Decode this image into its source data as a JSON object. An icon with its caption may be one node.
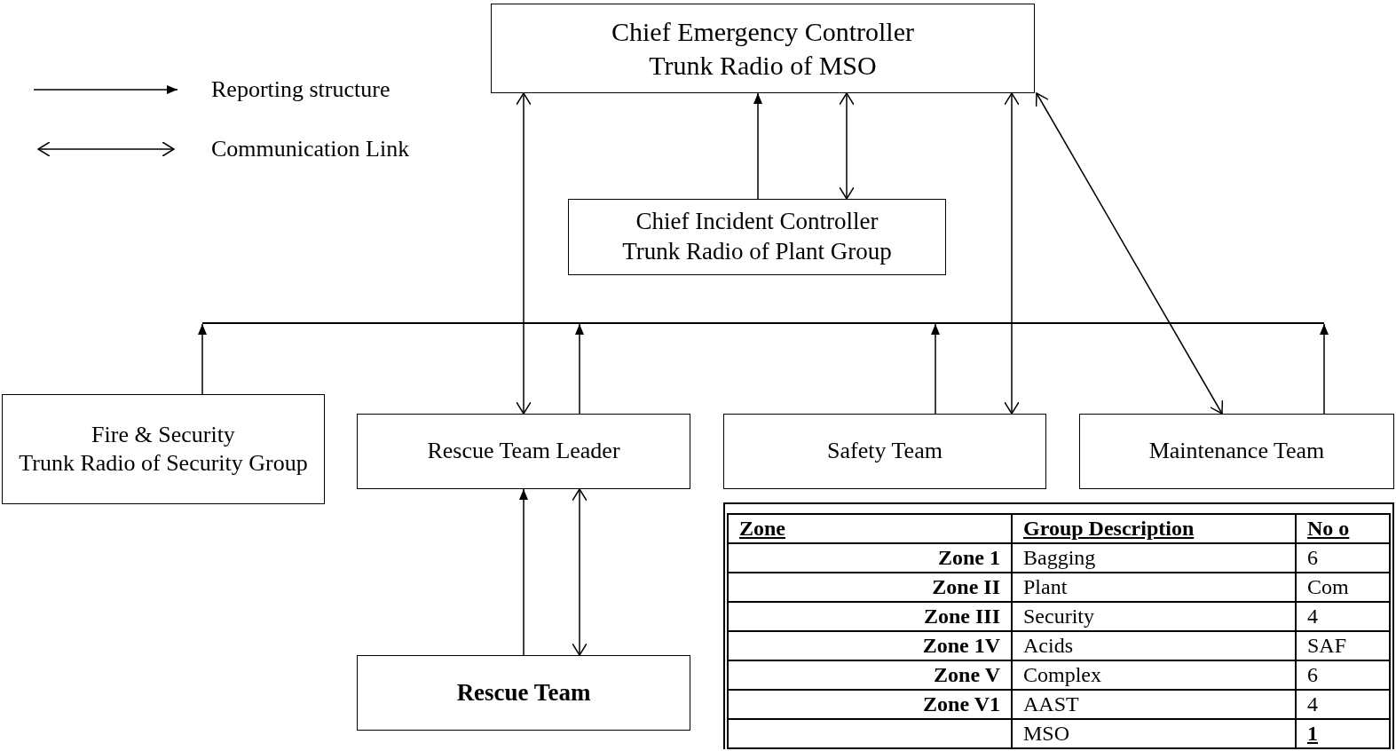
{
  "diagram": {
    "nodes": [
      {
        "text": [
          "Chief Emergency Controller",
          "Trunk Radio of MSO"
        ]
      },
      {
        "text": [
          "Chief Incident Controller",
          "Trunk Radio of Plant Group"
        ]
      },
      {
        "text": [
          "Fire & Security",
          "Trunk Radio of Security Group"
        ]
      },
      {
        "text": [
          "Rescue Team Leader"
        ]
      },
      {
        "text": [
          "Safety Team"
        ]
      },
      {
        "text": [
          "Maintenance Team"
        ]
      },
      {
        "text": [
          "Rescue Team"
        ]
      },
      {
        "text": [],
        "shape": "bar"
      }
    ],
    "edges": [
      {
        "from": 1,
        "to": 0,
        "arrow": "to"
      },
      {
        "from": 0,
        "to": 1,
        "arrow": "both"
      },
      {
        "from": 0,
        "to": 3,
        "arrow": "both"
      },
      {
        "from": 0,
        "to": 4,
        "arrow": "both"
      },
      {
        "from": 0,
        "to": 5,
        "arrow": "both"
      },
      {
        "from": 2,
        "to": 7,
        "arrow": "to"
      },
      {
        "from": 3,
        "to": 7,
        "arrow": "to"
      },
      {
        "from": 4,
        "to": 7,
        "arrow": "to"
      },
      {
        "from": 5,
        "to": 7,
        "arrow": "to"
      },
      {
        "from": 6,
        "to": 3,
        "arrow": "to"
      },
      {
        "from": 3,
        "to": 6,
        "arrow": "both"
      }
    ],
    "labels": [
      "Zone",
      "Group Description",
      "No o",
      "Zone 1",
      "Bagging",
      "6",
      "Zone II",
      "Plant",
      "Com",
      "Zone III",
      "Security",
      "4",
      "Zone 1V",
      "Acids",
      "SAF",
      "Zone V",
      "Complex",
      "6",
      "Zone V1",
      "AAST",
      "4",
      "MSO",
      "1"
    ],
    "legend": [
      {
        "text": "Reporting structure"
      },
      {
        "text": "Communication Link"
      }
    ]
  }
}
